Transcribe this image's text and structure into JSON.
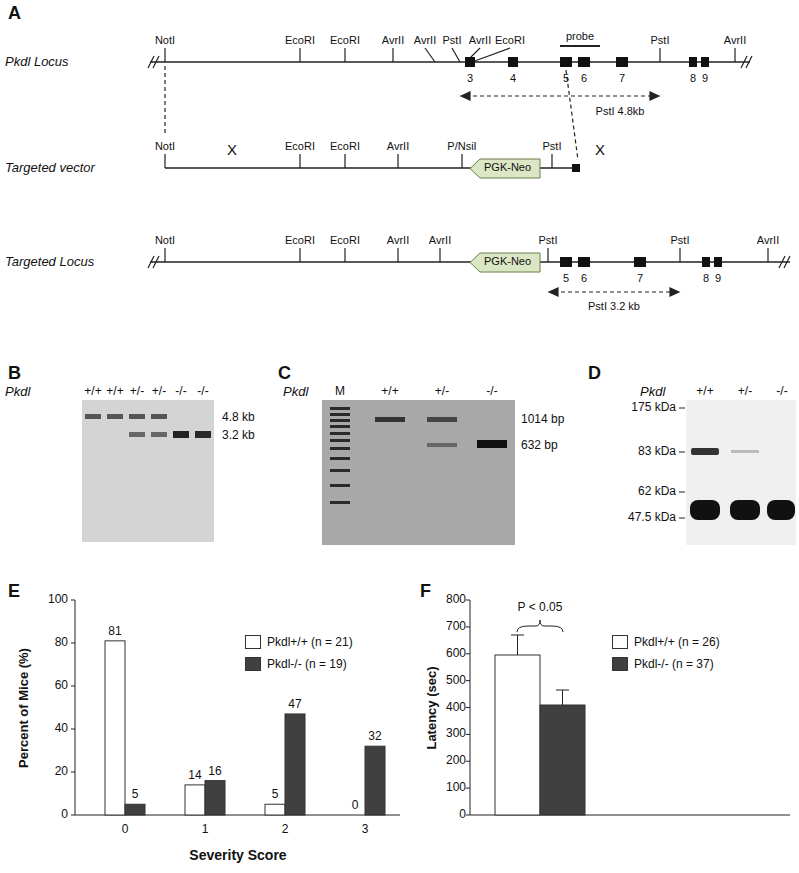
{
  "diagram": {
    "nodes": [
      {
        "text": [
          "PGK-Neo"
        ]
      },
      {
        "text": [
          "PGK-Neo"
        ]
      }
    ],
    "labels": [
      "A",
      "Pkdl Locus",
      "NotI",
      "EcoRI",
      "EcoRI",
      "AvrII",
      "AvrII",
      "PstI",
      "AvrII",
      "EcoRI",
      "probe",
      "PstI",
      "AvrII",
      "3",
      "4",
      "5",
      "6",
      "7",
      "8",
      "9",
      "PstI 4.8kb",
      "Targeted vector",
      "NotI",
      "X",
      "EcoRI",
      "EcoRI",
      "AvrII",
      "P/NsiI",
      "PstI",
      "X",
      "Targeted Locus",
      "NotI",
      "EcoRI",
      "EcoRI",
      "AvrII",
      "AvrII",
      "PstI",
      "PstI",
      "AvrII",
      "5",
      "6",
      "7",
      "8",
      "9",
      "PstI 3.2 kb",
      "B",
      "Pkdl",
      "+/+",
      "+/+",
      "+/-",
      "+/-",
      "-/-",
      "-/-",
      "4.8 kb",
      "3.2 kb",
      "C",
      "Pkdl",
      "M",
      "+/+",
      "+/-",
      "-/-",
      "1014 bp",
      "632 bp",
      "D",
      "Pkdl",
      "+/+",
      "+/-",
      "-/-",
      "175 kDa",
      "83 kDa",
      "62 kDa",
      "47.5 kDa",
      "E",
      "Percent of Mice (%)",
      "0",
      "20",
      "40",
      "60",
      "80",
      "100",
      "81",
      "5",
      "14",
      "16",
      "5",
      "47",
      "0",
      "32",
      "0",
      "1",
      "2",
      "3",
      "Severity Score",
      "F",
      "Latency (sec)",
      "0",
      "100",
      "200",
      "300",
      "400",
      "500",
      "600",
      "700",
      "800",
      "P < 0.05"
    ],
    "legend": [
      {
        "text": "Pkdl+/+ (n = 21)",
        "color": "#ffffff"
      },
      {
        "text": "Pkdl-/- (n = 19)",
        "color": "#404040"
      },
      {
        "text": "Pkdl+/+ (n = 26)",
        "color": "#ffffff"
      },
      {
        "text": "Pkdl-/- (n = 37)",
        "color": "#404040"
      }
    ]
  }
}
